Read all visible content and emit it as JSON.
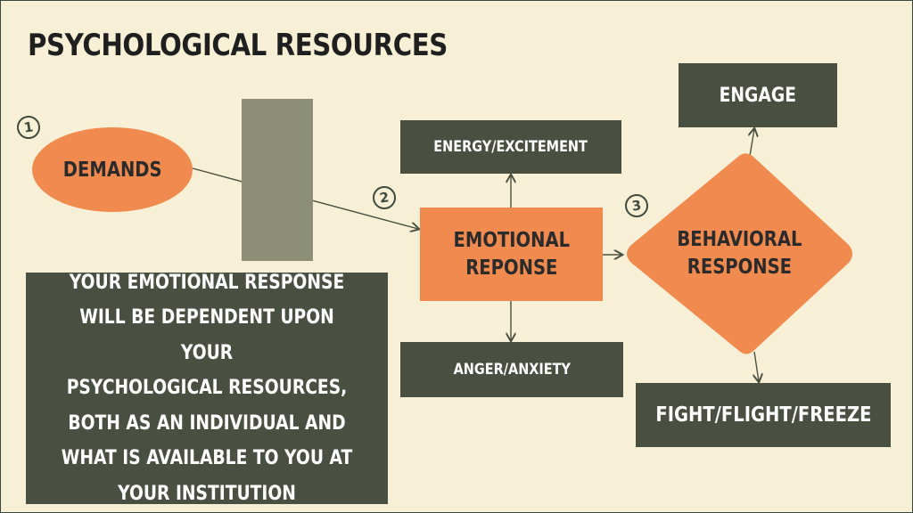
{
  "slide": {
    "title": "PSYCHOLOGICAL RESOURCES",
    "colors": {
      "background": "#f8f0d6",
      "dark_box": "#4a5041",
      "orange": "#f08a4e",
      "barrier": "#8c8f76",
      "text_dark": "#1f1f1f"
    }
  },
  "steps": {
    "one": "1",
    "two": "2",
    "three": "3"
  },
  "nodes": {
    "demands": "DEMANDS",
    "emotional_response": "EMOTIONAL\nREPONSE",
    "energy_excitement": "ENERGY/EXCITEMENT",
    "anger_anxiety": "ANGER/ANXIETY",
    "behavioral_response": "BEHAVIORAL\nRESPONSE",
    "engage": "ENGAGE",
    "fight_flight_freeze": "FIGHT/FLIGHT/FREEZE"
  },
  "info_box": {
    "text": "YOUR EMOTIONAL RESPONSE\nWILL BE DEPENDENT UPON YOUR\nPSYCHOLOGICAL RESOURCES,\nBOTH AS AN INDIVIDUAL AND\nWHAT IS AVAILABLE TO YOU AT\nYOUR INSTITUTION"
  }
}
